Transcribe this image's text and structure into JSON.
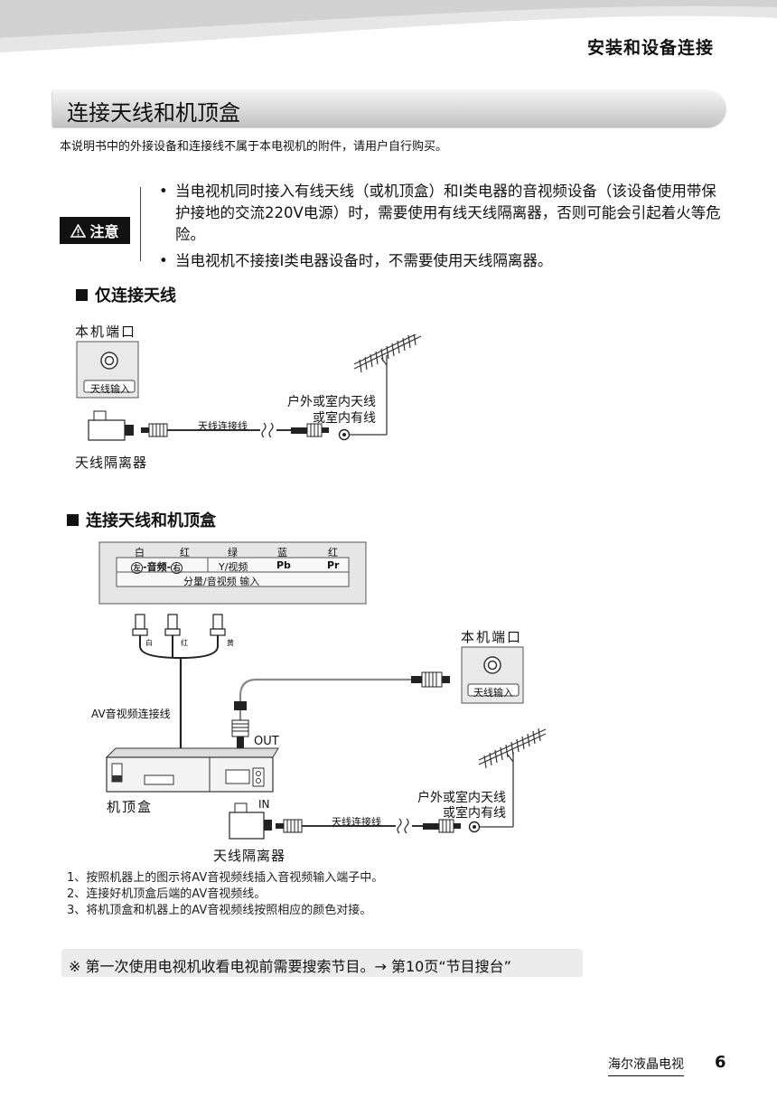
{
  "header": {
    "section_title": "安装和设备连接"
  },
  "page": {
    "title": "连接天线和机顶盒",
    "intro": "本说明书中的外接设备和连接线不属于本电视机的附件，请用户自行购买。"
  },
  "caution": {
    "badge": "注意",
    "items": [
      "当电视机同时接入有线天线（或机顶盒）和I类电器的音视频设备（该设备使用带保护接地的交流220V电源）时，需要使用有线天线隔离器，否则可能会引起着火等危险。",
      "当电视机不接接I类电器设备时，不需要使用天线隔离器。"
    ]
  },
  "section1": {
    "heading": "仅连接天线",
    "tv_port": "本机端口",
    "antenna_input": "天线输入",
    "cable": "天线连接线",
    "antenna_line1": "户外或室内天线",
    "antenna_line2": "或室内有线",
    "isolator": "天线隔离器"
  },
  "section2": {
    "heading": "连接天线和机顶盒",
    "panel_colors": [
      "白",
      "红",
      "绿",
      "蓝",
      "红"
    ],
    "panel_audio": "左-音频-右",
    "panel_audio_left": "左",
    "panel_audio_mid": "音频",
    "panel_audio_right": "右",
    "panel_y": "Y/视频",
    "panel_pb": "Pb",
    "panel_pr": "Pr",
    "panel_caption": "分量/音视频  输入",
    "plug_labels": [
      "白",
      "红",
      "黄"
    ],
    "av_cable": "AV音视频连接线",
    "out": "OUT",
    "in": "IN",
    "stb": "机顶盒",
    "tv_port": "本机端口",
    "antenna_input": "天线输入",
    "cable": "天线连接线",
    "antenna_line1": "户外或室内天线",
    "antenna_line2": "或室内有线",
    "isolator": "天线隔离器"
  },
  "steps": [
    "1、按照机器上的图示将AV音视频线插入音视频输入端子中。",
    "2、连接好机顶盒后端的AV音视频线。",
    "3、将机顶盒和机器上的AV音视频线按照相应的颜色对接。"
  ],
  "footer_note": "※ 第一次使用电视机收看电视前需要搜索节目。→ 第10页“节目搜台”",
  "footer": {
    "brand": "海尔液晶电视",
    "page_number": "6"
  }
}
